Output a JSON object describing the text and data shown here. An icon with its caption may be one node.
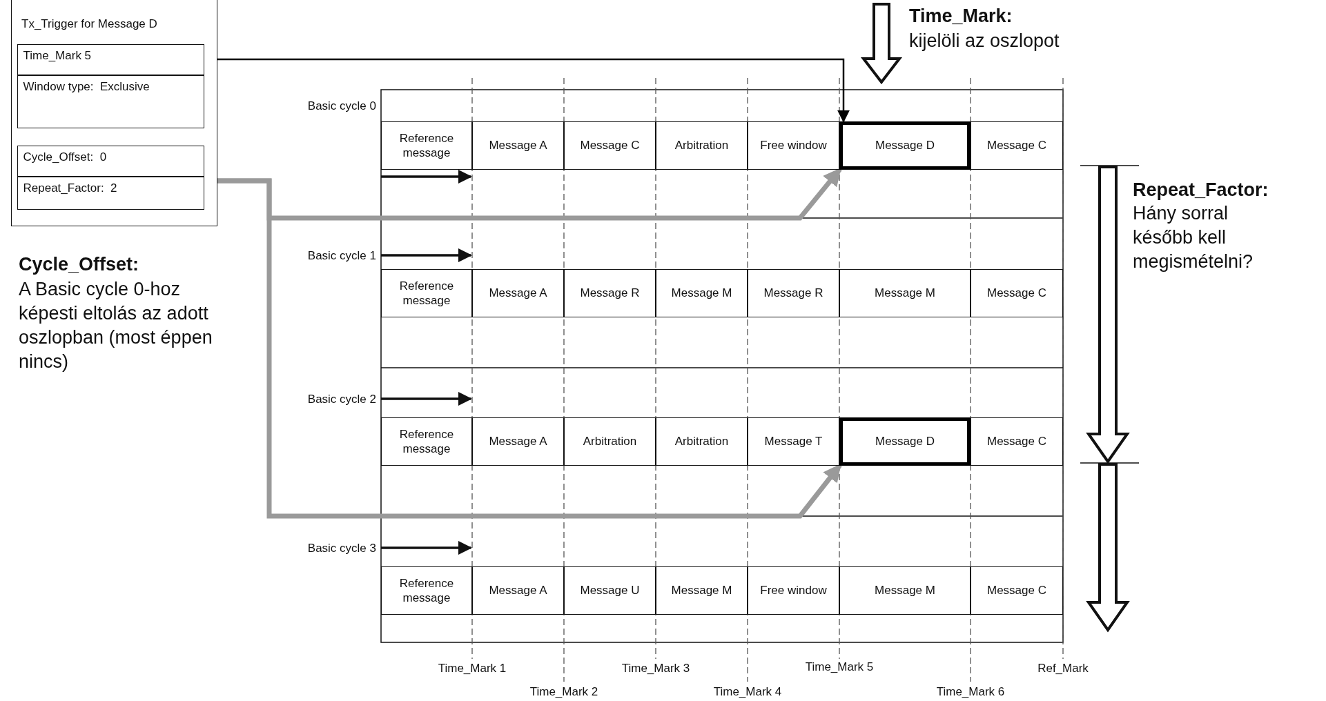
{
  "diagram": {
    "nodes": [
      {
        "text": [
          "Tx_Trigger for Message D"
        ]
      },
      {
        "text": [
          "Time_Mark 5"
        ],
        "in": 0
      },
      {
        "text": [
          "Window type:  Exclusive"
        ],
        "in": 0
      },
      {
        "text": [
          "Cycle_Offset:  0"
        ],
        "in": 0
      },
      {
        "text": [
          "Repeat_Factor:  2"
        ],
        "in": 0
      },
      {
        "text": [
          "Reference message"
        ]
      },
      {
        "text": [
          "Message A"
        ]
      },
      {
        "text": [
          "Message C"
        ]
      },
      {
        "text": [
          "Arbitration"
        ]
      },
      {
        "text": [
          "Free window"
        ]
      },
      {
        "text": [
          "Message D"
        ]
      },
      {
        "text": [
          "Message C"
        ]
      },
      {
        "text": [
          "Reference message"
        ]
      },
      {
        "text": [
          "Message A"
        ]
      },
      {
        "text": [
          "Message R"
        ]
      },
      {
        "text": [
          "Message M"
        ]
      },
      {
        "text": [
          "Message R"
        ]
      },
      {
        "text": [
          "Message M"
        ]
      },
      {
        "text": [
          "Message C"
        ]
      },
      {
        "text": [
          "Reference message"
        ]
      },
      {
        "text": [
          "Message A"
        ]
      },
      {
        "text": [
          "Arbitration"
        ]
      },
      {
        "text": [
          "Arbitration"
        ]
      },
      {
        "text": [
          "Message T"
        ]
      },
      {
        "text": [
          "Message D"
        ]
      },
      {
        "text": [
          "Message C"
        ]
      },
      {
        "text": [
          "Reference message"
        ]
      },
      {
        "text": [
          "Message A"
        ]
      },
      {
        "text": [
          "Message U"
        ]
      },
      {
        "text": [
          "Message M"
        ]
      },
      {
        "text": [
          "Free window"
        ]
      },
      {
        "text": [
          "Message M"
        ]
      },
      {
        "text": [
          "Message C"
        ]
      }
    ],
    "edges": [
      {
        "from": 1,
        "to": 10,
        "arrow": "to",
        "color": "#000000"
      },
      {
        "from": 4,
        "to": 10,
        "arrow": "to"
      },
      {
        "from": 4,
        "to": 24,
        "arrow": "to"
      }
    ],
    "labels": [
      "Time_Mark:",
      "kijelöli az oszlopot",
      "Basic cycle 0",
      "Repeat_Factor:",
      "Hány sorral később kell megismételni?",
      "Basic cycle 1",
      "Cycle_Offset:",
      "A Basic cycle 0-hoz képesti eltolás az adott oszlopban (most éppen nincs)",
      "Basic cycle 2",
      "Basic cycle 3",
      "Time_Mark 1",
      "Time_Mark 3",
      "Time_Mark 5",
      "Ref_Mark",
      "Time_Mark 2",
      "Time_Mark 4",
      "Time_Mark 6"
    ]
  }
}
